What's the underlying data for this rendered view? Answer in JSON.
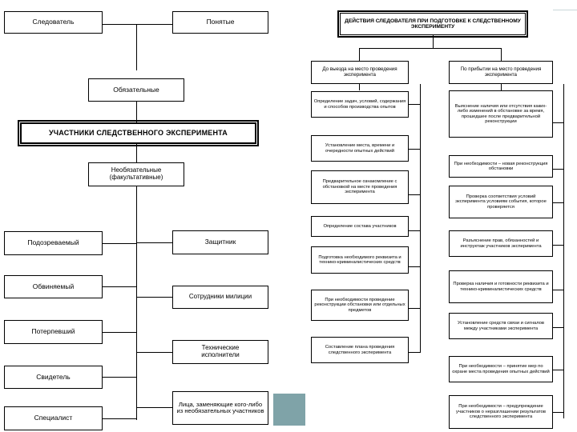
{
  "diagram": {
    "title_left": "УЧАСТНИКИ СЛЕДСТВЕННОГО ЭКСПЕРИМЕНТА",
    "title_right": "ДЕЙСТВИЯ СЛЕДОВАТЕЛЯ ПРИ ПОДГОТОВКЕ К СЛЕДСТВЕННОМУ ЭКСПЕРИМЕНТУ",
    "colors": {
      "line": "#000000",
      "box_fill": "#ffffff",
      "artifact": "#7fa3a8",
      "scan_edge": "#c9d6da"
    }
  },
  "left": {
    "top_nodes": [
      {
        "label": "Следователь"
      },
      {
        "label": "Понятые"
      }
    ],
    "group_mandatory": "Обязательные",
    "group_optional": "Необязательные\n(факультативные)",
    "group_optional_line1": "Необязательные",
    "group_optional_line2": "(факультативные)",
    "mandatory_members": [
      {
        "label": "Подозреваемый"
      },
      {
        "label": "Обвиняемый"
      },
      {
        "label": "Потерпевший"
      },
      {
        "label": "Свидетель"
      },
      {
        "label": "Специалист"
      }
    ],
    "optional_members": [
      {
        "label": "Защитник"
      },
      {
        "label": "Сотрудники милиции"
      },
      {
        "label": "Технические\nисполнители"
      },
      {
        "label": "Лица, заменяющие кого-либо из необязательных участников"
      }
    ],
    "tech_line1": "Технические",
    "tech_line2": "исполнители",
    "substitutes_label": "Лица, заменяющие кого-либо из необязательных участников"
  },
  "right": {
    "branch_before": "До выезда на место проведения эксперимента",
    "branch_after": "По прибытии на место проведения эксперимента",
    "before_steps": [
      {
        "label": "Определение задач, условий, содержания и способов производства опытов"
      },
      {
        "label": "Установление места, времени и очередности опытных действий"
      },
      {
        "label": "Предварительное ознакомление с обстановкой на месте проведения эксперимента"
      },
      {
        "label": "Определение состава участников"
      },
      {
        "label": "Подготовка необходимого реквизита и технико-криминалистических средств"
      },
      {
        "label": "При необходимости проведение реконструкции обстановки или отдельных предметов"
      },
      {
        "label": "Составление плана проведения следственного эксперимента"
      }
    ],
    "after_steps": [
      {
        "label": "Выяснение наличия или отсутствия каких-либо изменений в обстановке за время, прошедшее после предварительной реконструкции"
      },
      {
        "label": "При необходимости – новая реконструкция обстановки"
      },
      {
        "label": "Проверка соответствия условий эксперимента условиям события, которое проверяется"
      },
      {
        "label": "Разъяснение прав, обязанностей и инструктаж участников эксперимента"
      },
      {
        "label": "Проверка наличия и готовности реквизита и технико-криминалистических средств"
      },
      {
        "label": "Установление средств связи и сигналов между участниками эксперимента"
      },
      {
        "label": "При необходимости – принятие мер по охране места проведения опытных действий"
      },
      {
        "label": "При необходимости – предупреждение участников о неразглашении результатов следственного эксперимента"
      }
    ]
  }
}
